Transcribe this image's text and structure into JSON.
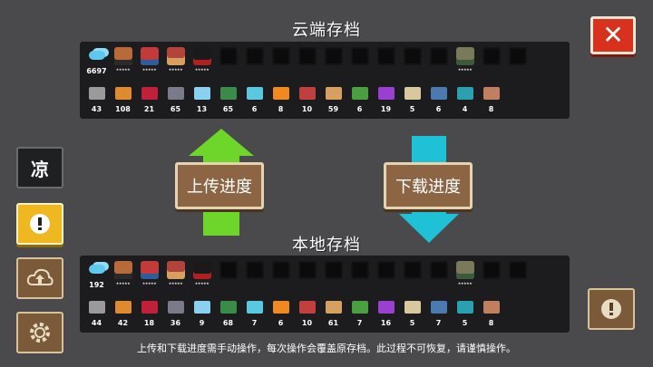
{
  "cloud": {
    "title": "云端存档",
    "gem_count": "6697",
    "materials": [
      "43",
      "108",
      "21",
      "65",
      "13",
      "65",
      "6",
      "8",
      "10",
      "59",
      "6",
      "19",
      "5",
      "6",
      "4",
      "8"
    ]
  },
  "local": {
    "title": "本地存档",
    "gem_count": "192",
    "materials": [
      "44",
      "42",
      "18",
      "36",
      "9",
      "68",
      "7",
      "6",
      "10",
      "61",
      "7",
      "16",
      "5",
      "7",
      "5",
      "8"
    ]
  },
  "buttons": {
    "upload": "上传进度",
    "download": "下载进度",
    "side_label": "凉"
  },
  "note": "上传和下载进度需手动操作，每次操作会覆盖原存档。此过程不可恢复，请谨慎操作。",
  "colors": {
    "upload_arrow": "#6ed62a",
    "download_arrow": "#1fc1d6",
    "close": "#d8311e"
  }
}
